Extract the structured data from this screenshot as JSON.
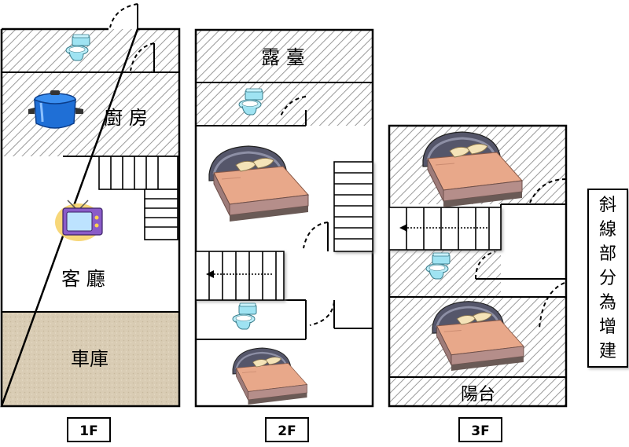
{
  "floors": {
    "f1": {
      "tag": "1F",
      "rooms": {
        "kitchen": "廚 房",
        "living": "客 廳",
        "garage": "車庫"
      }
    },
    "f2": {
      "tag": "2F",
      "rooms": {
        "terrace": "露 臺"
      }
    },
    "f3": {
      "tag": "3F",
      "rooms": {
        "balcony": "陽台"
      }
    }
  },
  "legend": {
    "chars": [
      "斜",
      "線",
      "部",
      "分",
      "為",
      "增",
      "建"
    ]
  },
  "colors": {
    "hatch_line": "#9a9a9a",
    "wall": "#000000",
    "garage_fill": "#d9ccb4",
    "bed_frame": "#55566a",
    "bed_sheet": "#e8a88a",
    "pillow": "#f4e3b8",
    "toilet": "#9fe3f2",
    "pot": "#1f6fd6",
    "tv": "#8a5cc8"
  },
  "icons": [
    "toilet-icon",
    "pot-icon",
    "tv-icon",
    "bed-icon",
    "stairs-icon",
    "door-swing-icon"
  ]
}
